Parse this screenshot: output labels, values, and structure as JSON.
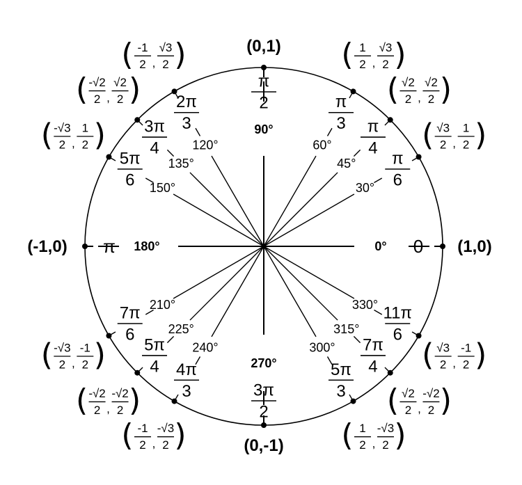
{
  "angles": [
    {
      "deg": 0,
      "deg_label": "0°",
      "rad_num": "0",
      "rad_den": "",
      "x": "1",
      "y": "0",
      "emphasis": true
    },
    {
      "deg": 30,
      "deg_label": "30°",
      "rad_num": "π",
      "rad_den": "6",
      "x": "√3/2",
      "y": "1/2",
      "emphasis": false
    },
    {
      "deg": 45,
      "deg_label": "45°",
      "rad_num": "π",
      "rad_den": "4",
      "x": "√2/2",
      "y": "√2/2",
      "emphasis": false
    },
    {
      "deg": 60,
      "deg_label": "60°",
      "rad_num": "π",
      "rad_den": "3",
      "x": "1/2",
      "y": "√3/2",
      "emphasis": false
    },
    {
      "deg": 90,
      "deg_label": "90°",
      "rad_num": "π",
      "rad_den": "2",
      "x": "0",
      "y": "1",
      "emphasis": true
    },
    {
      "deg": 120,
      "deg_label": "120°",
      "rad_num": "2π",
      "rad_den": "3",
      "x": "-1/2",
      "y": "√3/2",
      "emphasis": false
    },
    {
      "deg": 135,
      "deg_label": "135°",
      "rad_num": "3π",
      "rad_den": "4",
      "x": "-√2/2",
      "y": "√2/2",
      "emphasis": false
    },
    {
      "deg": 150,
      "deg_label": "150°",
      "rad_num": "5π",
      "rad_den": "6",
      "x": "-√3/2",
      "y": "1/2",
      "emphasis": false
    },
    {
      "deg": 180,
      "deg_label": "180°",
      "rad_num": "π",
      "rad_den": "",
      "x": "-1",
      "y": "0",
      "emphasis": true
    },
    {
      "deg": 210,
      "deg_label": "210°",
      "rad_num": "7π",
      "rad_den": "6",
      "x": "-√3/2",
      "y": "-1/2",
      "emphasis": false
    },
    {
      "deg": 225,
      "deg_label": "225°",
      "rad_num": "5π",
      "rad_den": "4",
      "x": "-√2/2",
      "y": "-√2/2",
      "emphasis": false
    },
    {
      "deg": 240,
      "deg_label": "240°",
      "rad_num": "4π",
      "rad_den": "3",
      "x": "-1/2",
      "y": "-√3/2",
      "emphasis": false
    },
    {
      "deg": 270,
      "deg_label": "270°",
      "rad_num": "3π",
      "rad_den": "2",
      "x": "0",
      "y": "-1",
      "emphasis": true
    },
    {
      "deg": 300,
      "deg_label": "300°",
      "rad_num": "5π",
      "rad_den": "3",
      "x": "1/2",
      "y": "-√3/2",
      "emphasis": false
    },
    {
      "deg": 315,
      "deg_label": "315°",
      "rad_num": "7π",
      "rad_den": "4",
      "x": "√2/2",
      "y": "-√2/2",
      "emphasis": false
    },
    {
      "deg": 330,
      "deg_label": "330°",
      "rad_num": "11π",
      "rad_den": "6",
      "x": "√3/2",
      "y": "-1/2",
      "emphasis": false
    }
  ]
}
